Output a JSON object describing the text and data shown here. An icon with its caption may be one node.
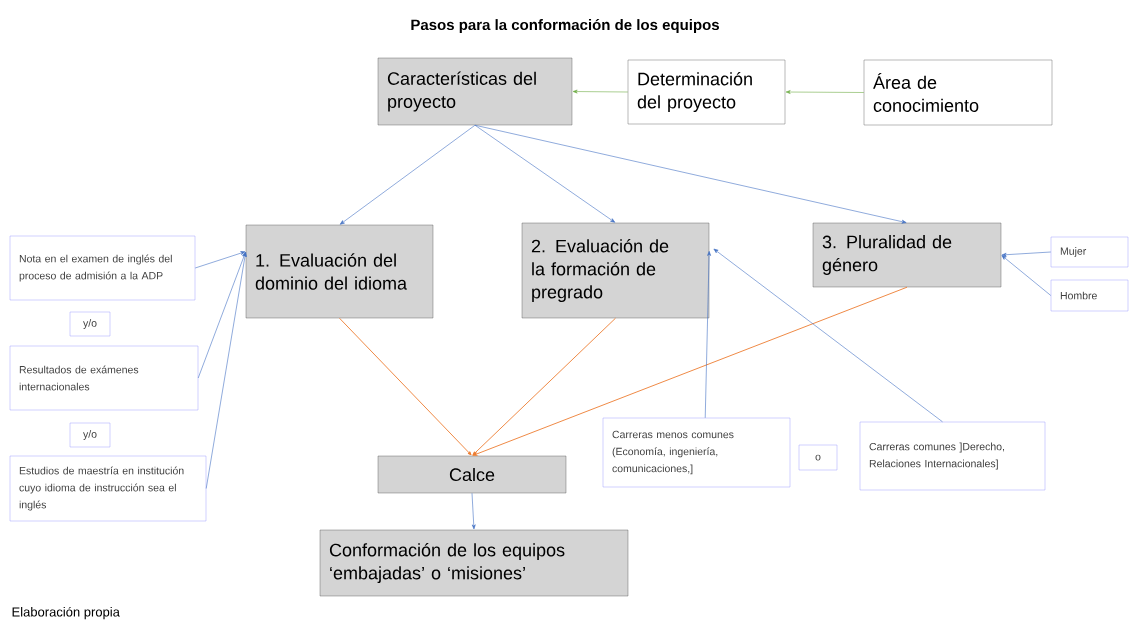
{
  "diagram": {
    "title": "Pasos para la conformación de los equipos",
    "nodes": [
      {
        "text": [
          "Características del proyecto"
        ]
      },
      {
        "text": [
          "Determinación del proyecto"
        ]
      },
      {
        "text": [
          "Área de conocimiento"
        ]
      },
      {
        "text": [
          "1. Evaluación del dominio del idioma"
        ]
      },
      {
        "text": [
          "2. Evaluación de la formación de pregrado"
        ]
      },
      {
        "text": [
          "3. Pluralidad de género"
        ]
      },
      {
        "text": [
          "Nota en el examen de inglés del proceso de admisión a la ADP"
        ]
      },
      {
        "text": [
          "y/o"
        ]
      },
      {
        "text": [
          "Resultados de exámenes internacionales"
        ]
      },
      {
        "text": [
          "y/o"
        ]
      },
      {
        "text": [
          "Estudios de maestría en institución cuyo idioma de instrucción sea el inglés"
        ]
      },
      {
        "text": [
          "Calce"
        ]
      },
      {
        "text": [
          "Conformación de los equipos ‘embajadas’ o ‘misiones’"
        ]
      },
      {
        "text": [
          "Carreras menos comunes (Economía, ingeniería, comunicaciones,]"
        ]
      },
      {
        "text": [
          "o"
        ]
      },
      {
        "text": [
          "Carreras comunes ]Derecho, Relaciones Internacionales]"
        ]
      },
      {
        "text": [
          "Mujer"
        ]
      },
      {
        "text": [
          "Hombre"
        ]
      }
    ],
    "edges": [
      {
        "from": 1,
        "to": 0,
        "arrow": "to",
        "color": "#70ad47"
      },
      {
        "from": 2,
        "to": 1,
        "arrow": "to",
        "color": "#70ad47"
      },
      {
        "from": 0,
        "to": 3,
        "arrow": "to"
      },
      {
        "from": 0,
        "to": 4,
        "arrow": "to"
      },
      {
        "from": 0,
        "to": 5,
        "arrow": "to"
      },
      {
        "from": 6,
        "to": 3,
        "arrow": "to"
      },
      {
        "from": 8,
        "to": 3,
        "arrow": "to"
      },
      {
        "from": 10,
        "to": 3,
        "arrow": "to"
      },
      {
        "from": 3,
        "to": 11,
        "arrow": "to",
        "color": "#ed7d31"
      },
      {
        "from": 4,
        "to": 11,
        "arrow": "to",
        "color": "#ed7d31"
      },
      {
        "from": 5,
        "to": 11,
        "arrow": "to",
        "color": "#ed7d31"
      },
      {
        "from": 11,
        "to": 12,
        "arrow": "to"
      },
      {
        "from": 13,
        "to": 4,
        "arrow": "to"
      },
      {
        "from": 15,
        "to": 4,
        "arrow": "to"
      },
      {
        "from": 16,
        "to": 5,
        "arrow": "to"
      },
      {
        "from": 17,
        "to": 5,
        "arrow": "to"
      }
    ],
    "caption": "Elaboración propia"
  }
}
